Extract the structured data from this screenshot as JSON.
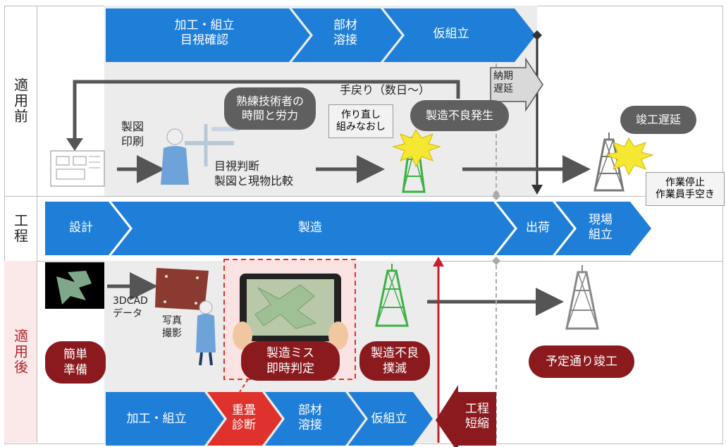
{
  "rows": {
    "before": "適用前",
    "process": "工程",
    "after": "適用後"
  },
  "before_flow": {
    "steps": [
      "加工・組立\n目視確認",
      "部材\n溶接",
      "仮組立"
    ],
    "delay_label": "納期\n遅延",
    "rework_label": "手戻り（数日〜）",
    "rework_note": "作り直し\n組みなおし",
    "print_label": "製図\n印刷",
    "skill_bubble": "熟練技術者の\n時間と労力",
    "visual_label": "目視判断\n製図と現物比較",
    "defect_bubble": "製造不良発生",
    "completion_delay_bubble": "竣工遅延",
    "stop_note": "作業停止\n作業員手空き"
  },
  "process_flow": {
    "steps": [
      "設計",
      "製造",
      "出荷",
      "現場\n組立"
    ]
  },
  "after_flow": {
    "data_label": "3DCAD\nデータ",
    "photo_label": "写真\n撮影",
    "easy_bubble": "簡単\n準備",
    "instant_bubble": "製造ミス\n即時判定",
    "defect_gone_bubble": "製造不良\n撲滅",
    "on_schedule_bubble": "予定通り竣工",
    "steps": [
      "加工・組立",
      "重畳\n診断",
      "部材\n溶接",
      "仮組立"
    ],
    "shorten_label": "工程\n短縮"
  },
  "colors": {
    "blue": "#1f7fd8",
    "blue_dark": "#1560b0",
    "red": "#8b1a1f",
    "bright_red": "#e0322c",
    "gray_bubble": "#5f5f5f",
    "panel": "#ececec",
    "pink": "#fbe9ea"
  }
}
